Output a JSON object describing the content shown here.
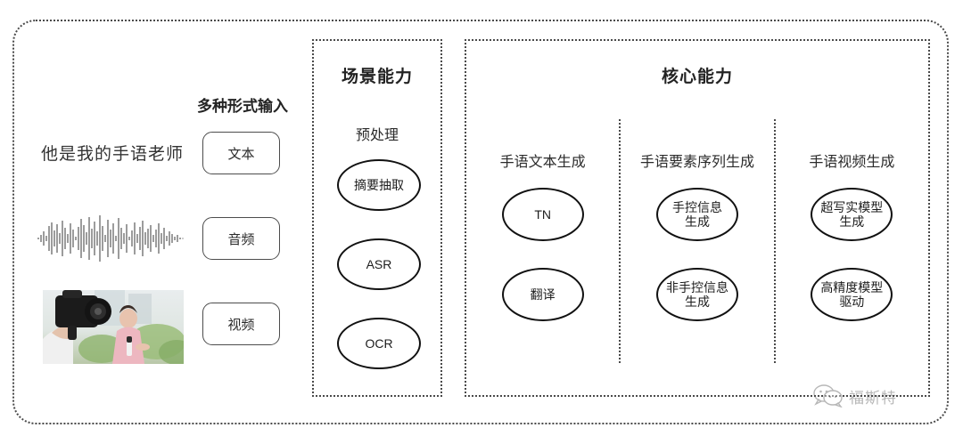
{
  "input_section": {
    "label": "多种形式输入",
    "sample_sentence": "他是我的手语老师",
    "modalities": [
      {
        "label": "文本",
        "media": "text"
      },
      {
        "label": "音频",
        "media": "waveform"
      },
      {
        "label": "视频",
        "media": "video-thumbnail"
      }
    ]
  },
  "scene_group": {
    "title": "场景能力",
    "subtitle": "预处理",
    "nodes": [
      {
        "label": "摘要抽取"
      },
      {
        "label": "ASR"
      },
      {
        "label": "OCR"
      }
    ]
  },
  "core_group": {
    "title": "核心能力",
    "columns": [
      {
        "header": "手语文本生成",
        "nodes": [
          {
            "line1": "TN",
            "line2": ""
          },
          {
            "line1": "翻译",
            "line2": ""
          }
        ]
      },
      {
        "header": "手语要素序列生成",
        "nodes": [
          {
            "line1": "手控信息",
            "line2": "生成"
          },
          {
            "line1": "非手控信息",
            "line2": "生成"
          }
        ]
      },
      {
        "header": "手语视频生成",
        "nodes": [
          {
            "line1": "超写实模型",
            "line2": "生成"
          },
          {
            "line1": "高精度模型",
            "line2": "驱动"
          }
        ]
      }
    ]
  },
  "watermark": {
    "text": "福斯特",
    "icon": "wechat-icon"
  },
  "colors": {
    "border": "#4a4a4a",
    "node_border": "#111111",
    "text": "#2b2b2b",
    "background": "#ffffff"
  }
}
